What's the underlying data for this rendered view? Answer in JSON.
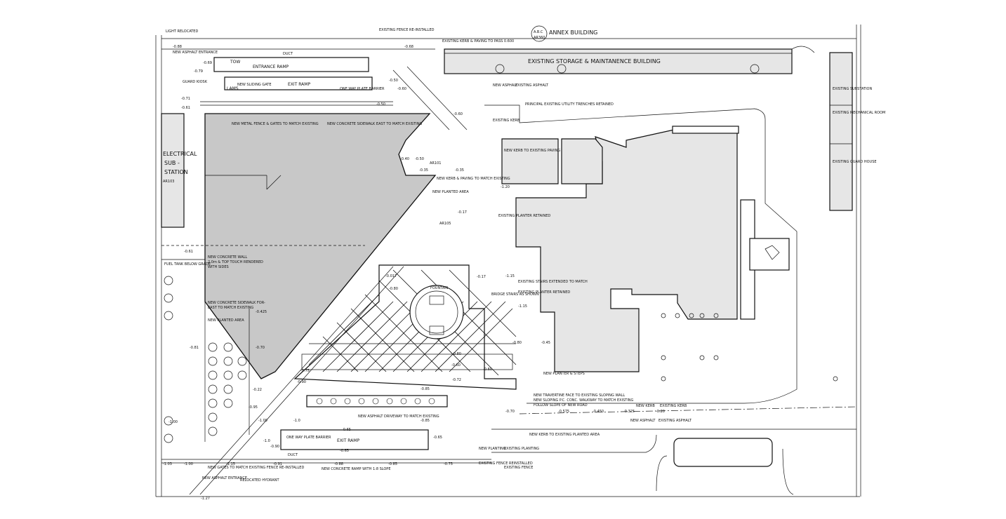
{
  "labels": {
    "annex_ref": "A.B.C",
    "annex_ref2": "AR360",
    "annex": "ANNEX BUILDING",
    "storage": "EXISTING STORAGE & MAINTANENCE BUILDING",
    "substation": "EXISTING SUBSTATION",
    "mech_room": "EXISTING MECHANICAL ROOM",
    "guard_house": "EXISTING GUARD HOUSE",
    "elec1": "ELECTRICAL",
    "elec2": "SUB -",
    "elec3": "STATION",
    "entrance_ramp": "ENTRANCE RAMP",
    "exit_ramp_top": "EXIT RAMP",
    "exit_ramp_bottom": "EXIT RAMP",
    "fountain": "FOUNTAIN",
    "light_relocated": "LIGHT RELOCATED",
    "new_asphalt_entrance": "NEW ASPHALT ENTRANCE",
    "guard_kiosk": "GUARD KIOSK",
    "new_sliding_gate": "NEW SLIDING GATE",
    "one_way_top": "ONE WAY PLATE BARRIER",
    "one_way_bottom": "ONE WAY PLATE BARRIER",
    "fence_top": "EXISTING FENCE RE-INSTALLED",
    "kerb_paving": "EXISTING KERB & PAVING TO PASS 0.600",
    "new_metal_fence": "NEW METAL FENCE & GATES TO MATCH EXISTING",
    "new_concrete_sidewalk": "NEW CONCRETE SIDEWALK EAST TO MATCH EXISTING",
    "new_kerb_paving": "NEW KERB & PAVING TO MATCH EXISTING",
    "new_planted_area": "NEW PLANTED AREA",
    "existing_planter": "EXISTING PLANTER RETAINED",
    "existing_stairs": "EXISTING STAIRS EXTENDED TO MATCH",
    "existing_planter2": "EXISTING PLANTER RETAINED",
    "new_kerb_existing": "NEW KERB TO EXISTING PAVING",
    "new_concrete_wall": "NEW CONCRETE WALL",
    "new_concrete_wall2": "2.0m & TOP TOUCH RENDERED",
    "new_concrete_wall3": "WITH SIDES",
    "new_concrete_sidewalk2": "NEW CONCRETE SIDEWALK FOR-",
    "new_concrete_sidewalk3": "EAST TO MATCH EXISTING",
    "new_planted_area2": "NEW PLANTED AREA",
    "fuel_tank": "FUEL TANK BELOW GRADE",
    "new_planter_steps": "NEW PLANTER & STEPS",
    "travertine_wall": "NEW TRAVERTINE FACE TO EXISTING SLOPING WALL",
    "sloping_walkway": "NEW SLOPING P.C. CONC. WALKWAY TO MATCH EXISTING",
    "follow_slope": "FOLLOW SLOPE OF NEW ROAD",
    "new_kerb": "NEW KERB",
    "existing_kerb": "EXISTING KERB",
    "new_asphalt": "NEW ASPHALT",
    "existing_asphalt": "EXISTING ASPHALT",
    "new_asphalt_driveway": "NEW ASPHALT DRIVEWAY TO MATCH EXISTING",
    "new_kerb_existing2": "NEW KERB TO EXISTING PLANTED AREA",
    "new_planting": "NEW PLANTING",
    "existing_planting": "EXISTING PLANTING",
    "existing_fence_reinstalled": "EXISTING FENCE REINSTALLED",
    "existing_fence": "EXISTING FENCE",
    "new_gates": "NEW GATES TO MATCH EXISTING FENCE RE-INSTALLED",
    "new_asphalt_entrance2": "NEW ASPHALT ENTRANCE",
    "relocated_hydrant": "RELOCATED HYDRANT",
    "new_concrete_ramp": "NEW CONCRETE RAMP WITH 1:8 SLOPE",
    "duct_top": "DUCT",
    "duct_bottom": "DUCT",
    "bridge": "BRIDGE STAIRS AS SHOWN",
    "new_asphalt_top": "NEW ASPHALT",
    "existing_asphalt_top": "EXISTING ASPHALT",
    "existing_kerb_top": "EXISTING KERB",
    "existing_utility": "PRINCIPAL EXISTING UTILITY TRENCHES RETAINED",
    "tow": "TOW",
    "lams": "LAMS",
    "ref_ar103": "AR103",
    "ref_ar101": "AR101",
    "ref_ar105": "AR105"
  },
  "levels": {
    "l1": "-0.88",
    "l2": "-0.79",
    "l3": "-0.69",
    "l4": "-0.71",
    "l5": "-0.61",
    "l6": "-0.68",
    "l7": "-0.50",
    "l8": "-0.60",
    "l9": "-0.50",
    "l10": "-0.60",
    "l11": "-0.40",
    "l12": "-0.50",
    "l13": "-0.35",
    "l14": "-0.35",
    "l15": "-1.20",
    "l16": "-0.17",
    "l17": "-0.17",
    "l18": "-1.15",
    "l19": "-1.15",
    "l20": "-0.45",
    "l21": "-0.80",
    "l22": "-0.60",
    "l23": "-0.72",
    "l24": "-0.85",
    "l25": "-0.80",
    "l26": "-0.85",
    "l27": "-0.75",
    "l28": "-0.90",
    "l29": "-1.09",
    "l30": "-1.0",
    "l31": "-0.65",
    "l32": "-0.65",
    "l33": "-1.00",
    "l34": "-0.95",
    "l35": "-0.22",
    "l36": "-1.03",
    "l37": "-1.00",
    "l38": "-1.15",
    "l39": "-0.91",
    "l40": "-0.88",
    "l41": "-0.85",
    "l42": "-0.75",
    "l43": "-1.27",
    "l44": "-0.425",
    "l45": "-0.70",
    "l46": "-0.61",
    "l47": "-0.70",
    "l48": "-0.575",
    "l49": "-0.450",
    "l50": "-0.325",
    "l51": "-0.20",
    "l52": "-0.65",
    "l53": "-1.0",
    "l54": "-0.90",
    "l55": "-0.81",
    "l56": "-0.017",
    "l57": "-0.80",
    "l58": "-0.60"
  },
  "colors": {
    "ink": "#111111",
    "hatch_grey": "#c8c8c8",
    "light_grey": "#e6e6e6",
    "paper": "#ffffff"
  }
}
